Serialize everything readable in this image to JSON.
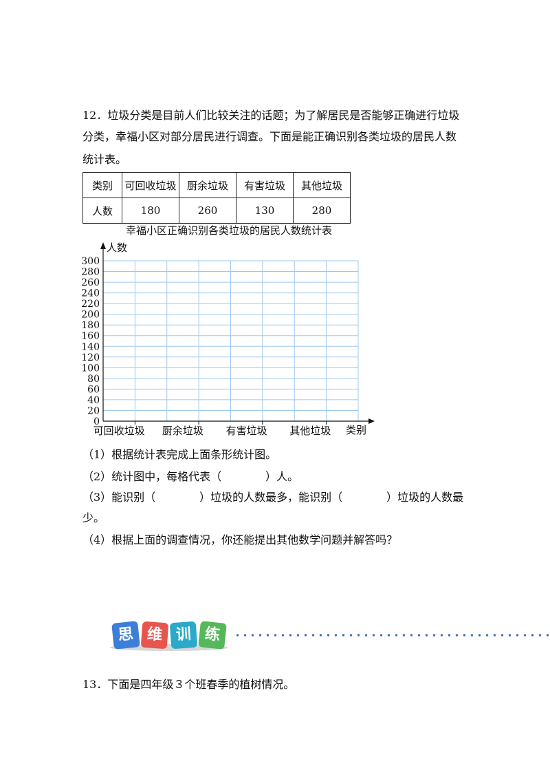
{
  "question12": {
    "line1": "12．垃圾分类是目前人们比较关注的话题；为了解居民是否能够正确进行垃圾",
    "line2": "分类，幸福小区对部分居民进行调查。下面是能正确识别各类垃圾的居民人数",
    "line3": "统计表。"
  },
  "table": {
    "header": [
      "类别",
      "可回收垃圾",
      "厨余垃圾",
      "有害垃圾",
      "其他垃圾"
    ],
    "row": [
      "人数",
      "180",
      "260",
      "130",
      "280"
    ]
  },
  "chart_data": {
    "type": "bar",
    "title": "幸福小区正确识别各类垃圾的居民人数统计表",
    "xlabel": "类别",
    "ylabel": "人数",
    "categories": [
      "可回收垃圾",
      "厨余垃圾",
      "有害垃圾",
      "其他垃圾"
    ],
    "values": [],
    "ylim": [
      0,
      300
    ],
    "yticks": [
      0,
      20,
      40,
      60,
      80,
      100,
      120,
      140,
      160,
      180,
      200,
      220,
      240,
      260,
      280,
      300
    ],
    "grid": true,
    "grid_color": "#9fc8ef"
  },
  "subquestions": {
    "q1": "（1）根据统计表完成上面条形统计图。",
    "q2": "（2）统计图中，每格代表（　　　　）人。",
    "q3a": "（3）能识别（　　　　）垃圾的人数最多，能识别（　　　　）垃圾的人数最",
    "q3b": "少。",
    "q4": "（4）根据上面的调查情况，你还能提出其他数学问题并解答吗？"
  },
  "banner": {
    "chars": [
      "思",
      "维",
      "训",
      "练"
    ],
    "dot_color": "#3d6fc0"
  },
  "question13": {
    "line1": "13．下面是四年级３个班春季的植树情况。"
  }
}
